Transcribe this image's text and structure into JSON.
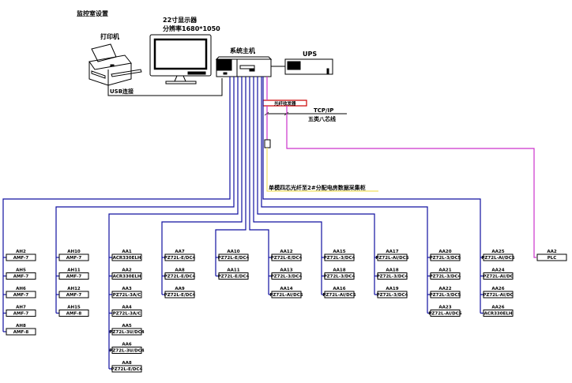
{
  "title": "监控室设置",
  "colors": {
    "bus": "#1010a0",
    "plc_line": "#cc33cc",
    "fiber": "#f0e060",
    "converter_border": "#cc0000",
    "line": "#000000"
  },
  "monitor": {
    "label_line1": "22寸显示器",
    "label_line2": "分辨率1680*1050"
  },
  "printer": {
    "label": "打印机"
  },
  "usb": {
    "label": "USB连接"
  },
  "host": {
    "label": "系统主机"
  },
  "ups": {
    "label": "UPS"
  },
  "converter": {
    "label": "光纤收发器"
  },
  "network": {
    "label_line1": "TCP/IP",
    "label_line2": "五类八芯线"
  },
  "fiber": {
    "label": "单模四芯光纤至2#分配电房数据采集柜"
  },
  "columns": [
    {
      "id": "col-ah-a",
      "devices": [
        {
          "name": "AH2",
          "model": "AMF-7"
        },
        {
          "name": "AH5",
          "model": "AMF-7"
        },
        {
          "name": "AH6",
          "model": "AMF-7"
        },
        {
          "name": "AH7",
          "model": "AMF-7"
        },
        {
          "name": "AH8",
          "model": "AMF-8"
        }
      ]
    },
    {
      "id": "col-ah-b",
      "devices": [
        {
          "name": "AH10",
          "model": "AMF-7"
        },
        {
          "name": "AH11",
          "model": "AMF-7"
        },
        {
          "name": "AH12",
          "model": "AMF-7"
        },
        {
          "name": "AH15",
          "model": "AMF-8"
        }
      ]
    },
    {
      "id": "col-aa-1",
      "devices": [
        {
          "name": "AA1",
          "model": "ACR330ELH"
        },
        {
          "name": "AA2",
          "model": "ACR330ELH"
        },
        {
          "name": "AA3",
          "model": "PZ72L-3A/C"
        },
        {
          "name": "AA4",
          "model": "PZ72L-3A/C"
        },
        {
          "name": "AA5",
          "model": "PZ72L-3U/DC4"
        },
        {
          "name": "AA6",
          "model": "PZ72L-3U/DC4"
        },
        {
          "name": "AA8",
          "model": "PZ72L-E/DC4"
        }
      ]
    },
    {
      "id": "col-aa-7",
      "devices": [
        {
          "name": "AA7",
          "model": "PZ72L-E/DC4"
        },
        {
          "name": "AA8",
          "model": "PZ72L-E/DC4"
        },
        {
          "name": "AA9",
          "model": "PZ72L-E/DC4"
        }
      ]
    },
    {
      "id": "col-aa-10",
      "devices": [
        {
          "name": "AA10",
          "model": "PZ72L-E/DC4"
        },
        {
          "name": "AA11",
          "model": "PZ72L-E/DC4"
        }
      ]
    },
    {
      "id": "col-aa-12",
      "devices": [
        {
          "name": "AA12",
          "model": "PZ72L-E/DC4"
        },
        {
          "name": "AA13",
          "model": "PZ72L-3/DC4"
        },
        {
          "name": "AA14",
          "model": "PZ72L-AI/DC5"
        }
      ]
    },
    {
      "id": "col-aa-15",
      "devices": [
        {
          "name": "AA15",
          "model": "PZ72L-3/DC4"
        },
        {
          "name": "AA18",
          "model": "PZ72L-3/DC4"
        },
        {
          "name": "AA16",
          "model": "PZ72L-AI/DC5"
        }
      ]
    },
    {
      "id": "col-aa-17",
      "devices": [
        {
          "name": "AA17",
          "model": "PZ72L-AI/DC5"
        },
        {
          "name": "AA18",
          "model": "PZ72L-3/DC4"
        },
        {
          "name": "AA19",
          "model": "PZ72L-3/DC4"
        }
      ]
    },
    {
      "id": "col-aa-20",
      "devices": [
        {
          "name": "AA20",
          "model": "PZ72L-3/DC5"
        },
        {
          "name": "AA21",
          "model": "PZ72L-3/DC4"
        },
        {
          "name": "AA22",
          "model": "PZ72L-3/DC5"
        },
        {
          "name": "AA23",
          "model": "PZ72L-AI/DC5"
        }
      ]
    },
    {
      "id": "col-aa-25",
      "devices": [
        {
          "name": "AA25",
          "model": "PZ72L-AI/DC5"
        },
        {
          "name": "AA24",
          "model": "PZ72L-AI/DC"
        },
        {
          "name": "AA26",
          "model": "PZ72L-AI/DC"
        },
        {
          "name": "AA26",
          "model": "ACR330ELH"
        }
      ]
    },
    {
      "id": "col-plc",
      "devices": [
        {
          "name": "AA2",
          "model": "PLC"
        }
      ]
    }
  ]
}
